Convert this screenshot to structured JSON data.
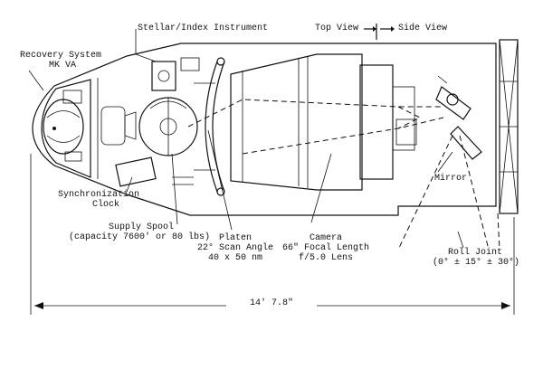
{
  "labels": {
    "stellar_index": "Stellar/Index Instrument",
    "top_view": "Top View",
    "side_view": "Side View",
    "recovery_line1": "Recovery System",
    "recovery_line2": "MK VA",
    "sync_line1": "Synchronization",
    "sync_line2": "Clock",
    "supply_line1": "Supply Spool",
    "supply_line2": "(capacity 7600' or 80 lbs)",
    "platen_line1": "Platen",
    "platen_line2": "22° Scan Angle",
    "platen_line3": "40 x 50 nm",
    "camera_line1": "Camera",
    "camera_line2": "66\" Focal Length",
    "camera_line3": "f/5.0 Lens",
    "mirror": "Mirror",
    "roll_line1": "Roll Joint",
    "roll_line2": "(0° ± 15° ± 30°)",
    "length": "14' 7.8\""
  }
}
